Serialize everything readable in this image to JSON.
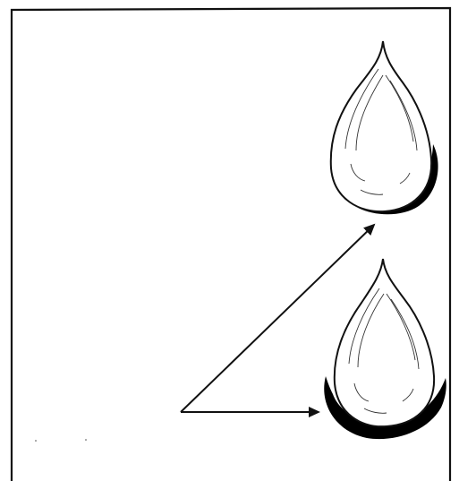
{
  "figure": {
    "elements": [
      "droplet-top",
      "droplet-bottom",
      "arrow-to-top-droplet",
      "arrow-to-bottom-droplet"
    ]
  },
  "colors": {
    "stroke": "#111111",
    "fill": "#ffffff",
    "shadow": "#000000",
    "background": "#ffffff"
  },
  "icons": {
    "droplet": "water-drop-icon",
    "arrow": "arrow-icon"
  }
}
